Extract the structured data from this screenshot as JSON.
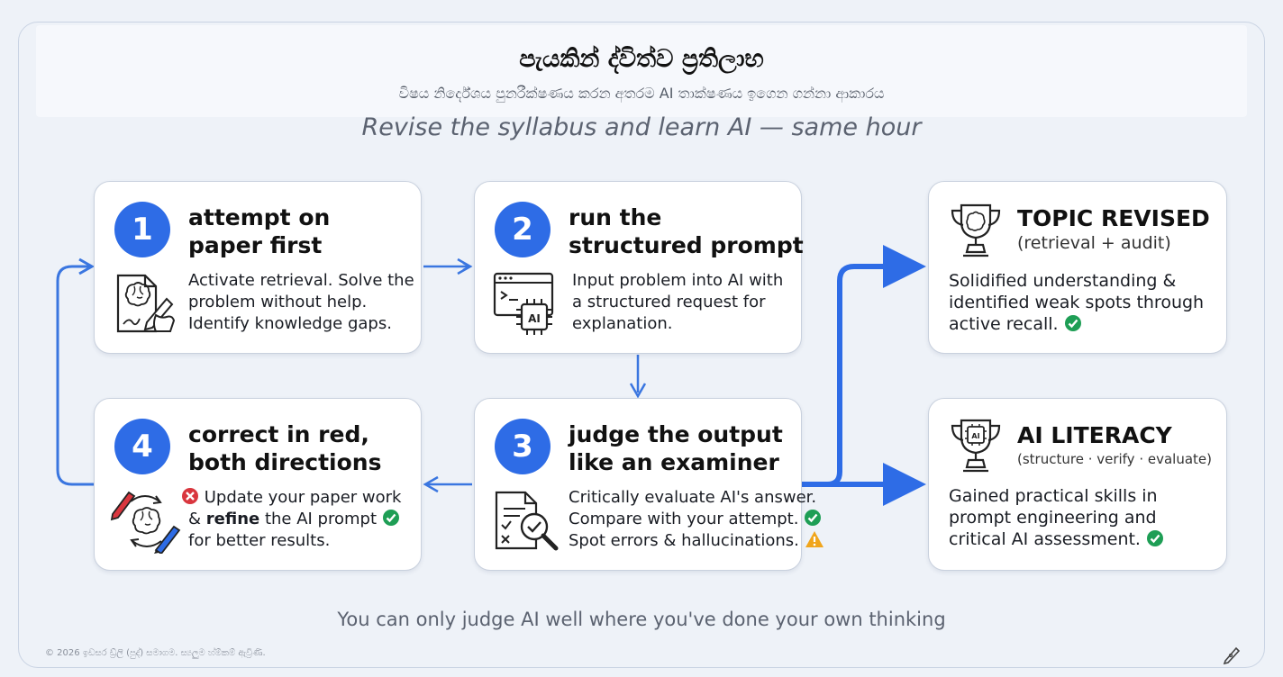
{
  "header": {
    "title": "පැයකින් ද්විත්ව ප්‍රතිලාභ",
    "subtitle": "විෂය නිර්දේශය පුනරීක්ෂණය කරන අතරම AI තාක්ෂණය ඉගෙන ගන්නා ආකාරය",
    "tagline": "Revise the syllabus and learn AI — same hour"
  },
  "steps": [
    {
      "number": "1",
      "title_lines": [
        "attempt on",
        "paper first"
      ],
      "body_lines": [
        "Activate retrieval. Solve the",
        "problem without help.",
        "Identify knowledge gaps."
      ],
      "icon": "brain-hand-writing-icon"
    },
    {
      "number": "2",
      "title_lines": [
        "run the",
        "structured prompt"
      ],
      "body_lines": [
        "Input problem into AI with",
        "a structured request for",
        "explanation."
      ],
      "icon": "ai-chip-terminal-icon",
      "icon_text": "AI"
    },
    {
      "number": "3",
      "title_lines": [
        "judge the output",
        "like an examiner"
      ],
      "body_lines": [
        "Critically evaluate AI's answer.",
        "Compare with your attempt.",
        "Spot errors & hallucinations."
      ],
      "icon": "document-magnifier-check-icon"
    },
    {
      "number": "4",
      "title_lines": [
        "correct in red,",
        "both directions"
      ],
      "body_line1": "Update your paper work",
      "body_line2_prefix": "& ",
      "body_line2_bold": "refine",
      "body_line2_suffix": " the AI prompt",
      "body_line3": "for better results.",
      "icon": "brain-cycle-pens-icon"
    }
  ],
  "outcomes": [
    {
      "title": "TOPIC REVISED",
      "subtitle": "(retrieval + audit)",
      "body_lines": [
        "Solidified understanding &",
        "identified weak spots through",
        "active recall."
      ],
      "icon": "trophy-brain-icon"
    },
    {
      "title": "AI LITERACY",
      "subtitle": "(structure · verify · evaluate)",
      "body_lines": [
        "Gained practical skills in",
        "prompt engineering and",
        "critical AI assessment."
      ],
      "icon": "trophy-ai-chip-icon",
      "icon_text": "AI"
    }
  ],
  "footer": {
    "text": "You can only judge AI well where you've done your own thinking",
    "copyright": "© 2026 ඉඩසර ඩ්‍ර්ලි (පුද්) සමාගම. ස්‍යලුම හ්‍ම්‍කම් ඇව්‍රිණි."
  },
  "colors": {
    "accent": "#2e6ce6",
    "check": "#1e9e55",
    "cross": "#d9363e",
    "warn": "#f0a51c"
  }
}
